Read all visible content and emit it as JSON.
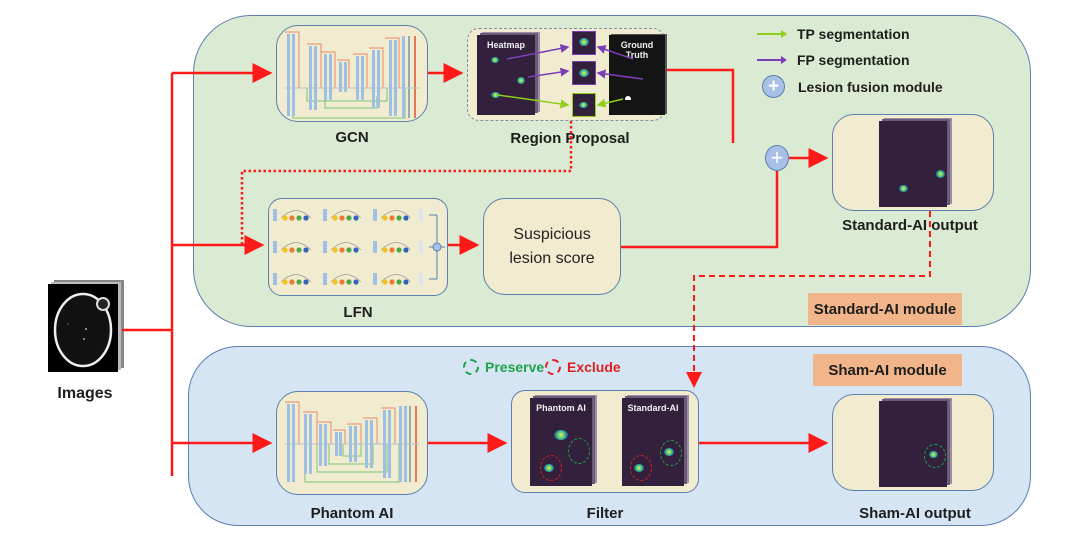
{
  "inputs": {
    "images_label": "Images"
  },
  "standard_module": {
    "tag": "Standard-AI module",
    "gcn_label": "GCN",
    "region_proposal_label": "Region Proposal",
    "heatmap_title": "Heatmap",
    "ground_truth_title": "Ground Truth",
    "lfn_label": "LFN",
    "suspicious_line1": "Suspicious",
    "suspicious_line2": "lesion score",
    "output_label": "Standard-AI output"
  },
  "legend": {
    "tp": "TP segmentation",
    "fp": "FP segmentation",
    "fusion": "Lesion fusion module",
    "tp_color": "#8fce1a",
    "fp_color": "#7b3fb5"
  },
  "sham_module": {
    "tag": "Sham-AI module",
    "phantom_label": "Phantom AI",
    "filter_label": "Filter",
    "filter_card1_title": "Phantom AI",
    "filter_card2_title": "Standard-AI",
    "output_label": "Sham-AI output",
    "preserve": "Preserve",
    "exclude": "Exclude",
    "preserve_color": "#1fa34a",
    "exclude_color": "#e02020"
  },
  "colors": {
    "flow_arrow": "#ff1a1a",
    "standard_bg": "#dbead2",
    "sham_bg": "#d5e5f4",
    "tag_bg": "#f2b58a"
  }
}
